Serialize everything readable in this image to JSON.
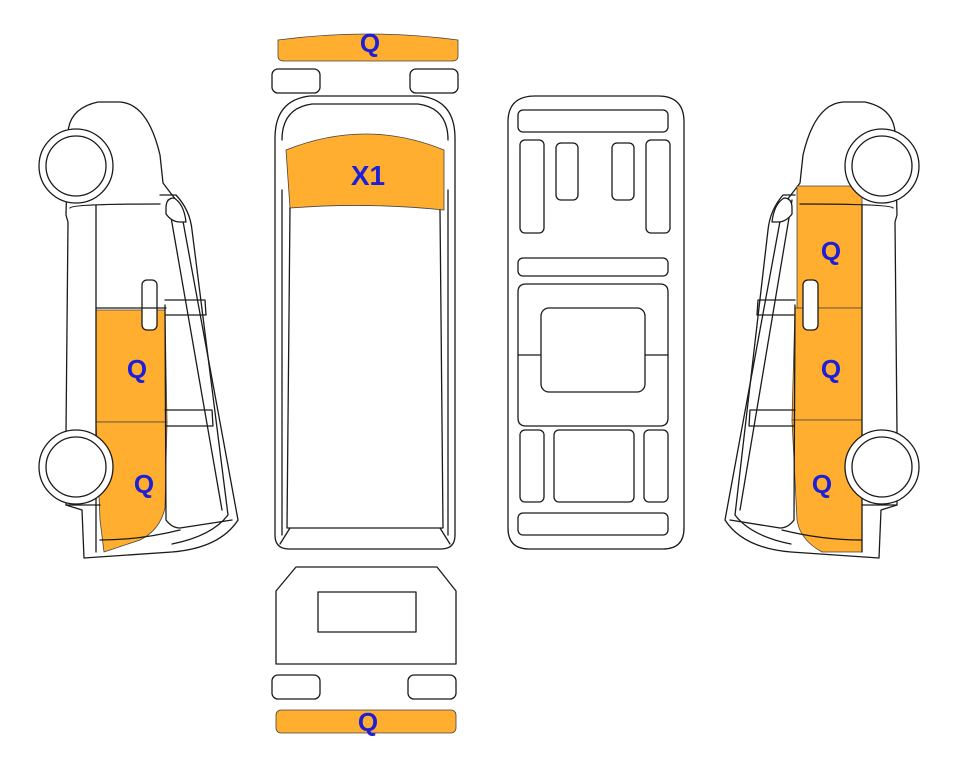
{
  "diagram": {
    "title": "",
    "colors": {
      "damage_fill": "#FFAE2F",
      "damage_label": "#1F1FD6",
      "outline": "#1a1a1a",
      "background": "#ffffff"
    },
    "views": [
      "left-side",
      "top",
      "underbody",
      "right-side",
      "front",
      "rear"
    ],
    "damage_markers": [
      {
        "id": "front-bumper",
        "view": "front",
        "label": "Q"
      },
      {
        "id": "windshield",
        "view": "top",
        "label": "X1"
      },
      {
        "id": "left-front-door",
        "view": "left-side",
        "label": "Q"
      },
      {
        "id": "left-rocker-rear",
        "view": "left-side",
        "label": "Q"
      },
      {
        "id": "right-upper-panel",
        "view": "right-side",
        "label": "Q"
      },
      {
        "id": "right-middle-door",
        "view": "right-side",
        "label": "Q"
      },
      {
        "id": "right-lower-panel",
        "view": "right-side",
        "label": "Q"
      },
      {
        "id": "rear-bumper",
        "view": "rear",
        "label": "Q"
      }
    ]
  }
}
